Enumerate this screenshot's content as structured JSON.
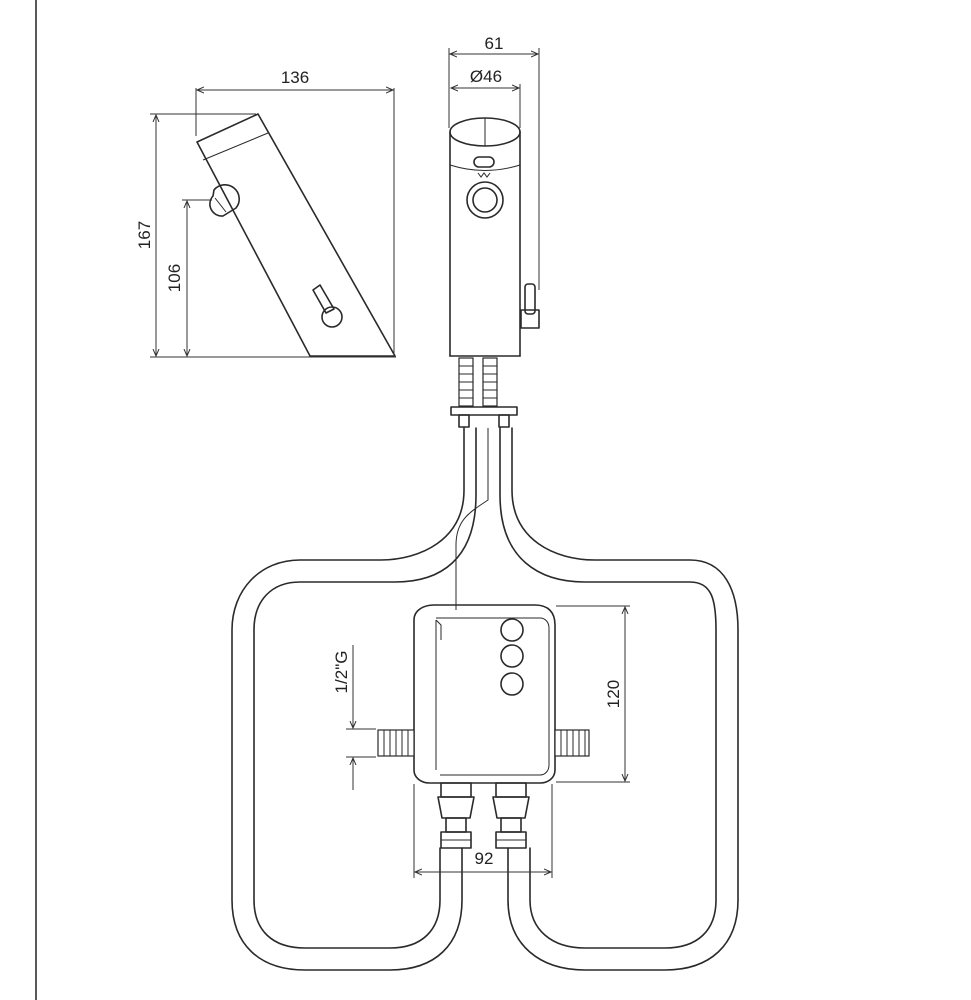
{
  "dimensions": {
    "side_width": "136",
    "side_height": "167",
    "sensor_height": "106",
    "front_width": "61",
    "front_diameter": "Ø46",
    "thread": "1/2\"G",
    "box_height": "120",
    "box_width": "92"
  }
}
